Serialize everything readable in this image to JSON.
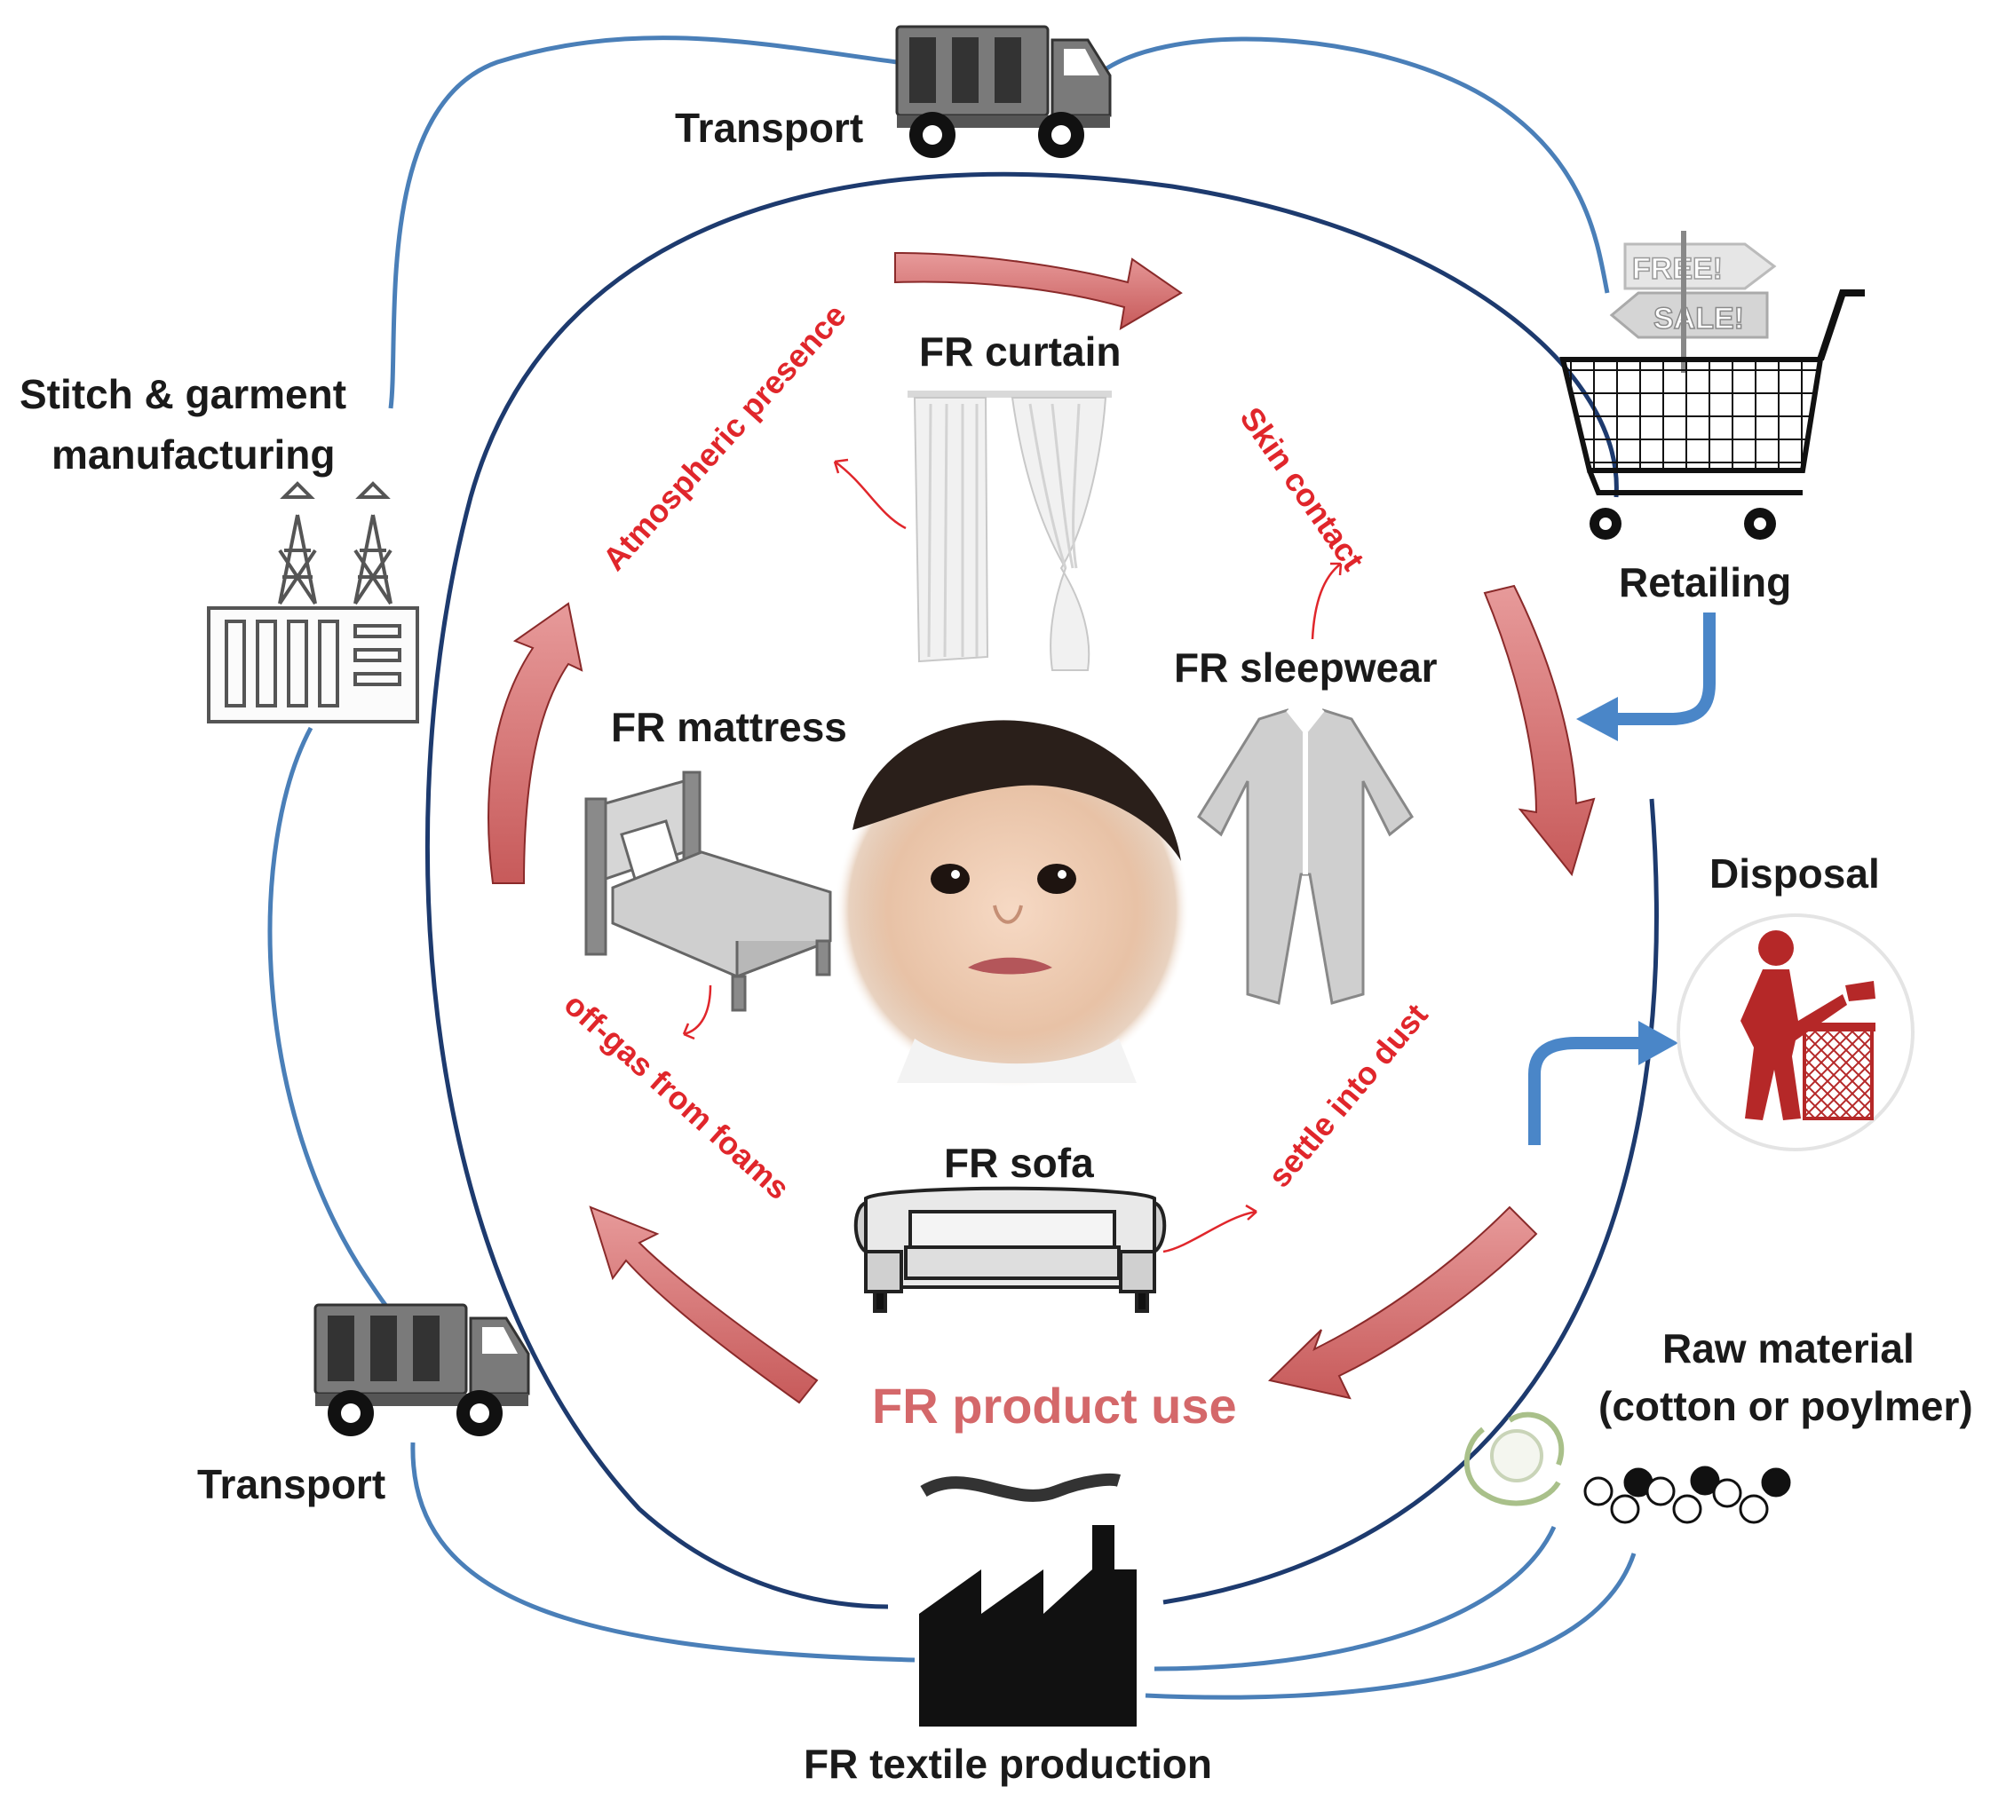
{
  "labels": {
    "transport_top": "Transport",
    "stitch_line1": "Stitch & garment",
    "stitch_line2": "manufacturing",
    "retailing": "Retailing",
    "disposal": "Disposal",
    "raw_line1": "Raw material",
    "raw_line2": "(cotton or poylmer)",
    "transport_bottom": "Transport",
    "textile_production": "FR textile production",
    "product_use": "FR product use",
    "curtain": "FR curtain",
    "sleepwear": "FR sleepwear",
    "mattress": "FR mattress",
    "sofa": "FR sofa"
  },
  "pathways": {
    "atmospheric": "Atmospheric presence",
    "skin": "Skin contact",
    "offgas": "off-gas from foams",
    "dust": "settle into dust"
  },
  "signs": {
    "free": "FREE!",
    "sale": "SALE!"
  },
  "colors": {
    "outer_line": "#4a7fb8",
    "inner_loop": "#1d3a6e",
    "flow_arrow": "#cf6a6a",
    "flow_arrow_edge": "#8a2a2a",
    "pathway_text": "#e0262b",
    "product_use_text": "#d4686a",
    "disposal_icon": "#b52828",
    "blue_arrow": "#4a86c8"
  },
  "icons": [
    "truck-icon",
    "factory-icon",
    "shopping-cart-icon",
    "trash-disposal-icon",
    "cotton-icon",
    "polymer-chain-icon",
    "curtain-icon",
    "sleepwear-icon",
    "bed-icon",
    "sofa-icon",
    "baby-photo"
  ]
}
